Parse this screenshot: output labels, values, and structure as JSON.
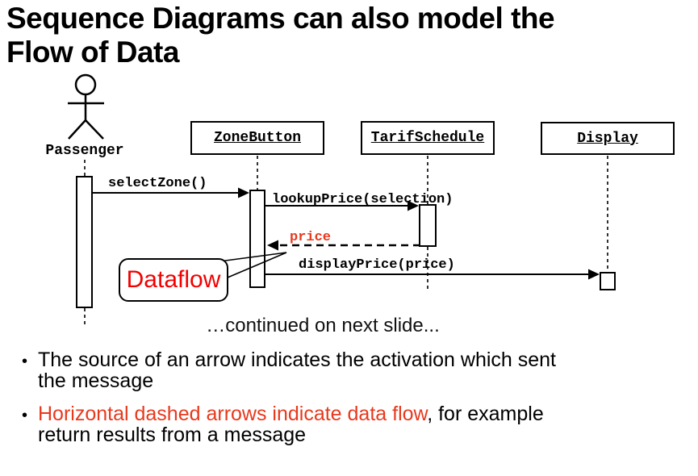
{
  "slide": {
    "title_lines": [
      "Sequence Diagrams can also model the",
      "Flow of Data"
    ],
    "continued_note": "…continued on next slide...",
    "bullet_marker": "•",
    "bullets": {
      "b1_line1": "The source of an arrow indicates the activation which sent",
      "b1_line2": "the message",
      "b2_red": "Horizontal dashed arrows indicate data flow",
      "b2_after_red": ", for example",
      "b2_line2": "return results from a message"
    }
  },
  "diagram": {
    "actor": {
      "label": "Passenger"
    },
    "objects": [
      {
        "label": "ZoneButton"
      },
      {
        "label": "TarifSchedule"
      },
      {
        "label": "Display"
      }
    ],
    "messages": [
      {
        "label": "selectZone()",
        "type": "solid"
      },
      {
        "label": "lookupPrice(selection)",
        "type": "solid"
      },
      {
        "label": "price",
        "type": "dashed-dataflow"
      },
      {
        "label": "displayPrice(price)",
        "type": "solid"
      }
    ],
    "callout": {
      "label": "Dataflow"
    }
  },
  "colors": {
    "data_flow_red": "#e8391d",
    "callout_red": "#f20000",
    "diagram_black": "#000000"
  }
}
